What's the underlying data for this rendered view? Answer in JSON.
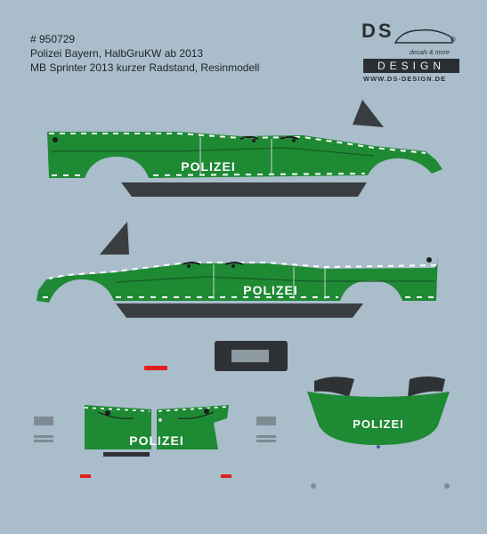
{
  "header": {
    "article_number": "# 950729",
    "line_1": "Polizei Bayern, HalbGruKW ab 2013",
    "line_2": "MB Sprinter 2013 kurzer Radstand, Resinmodell"
  },
  "logo": {
    "mark": "DS",
    "registered": "®",
    "tagline": "decals & more",
    "wordmark": "DESIGN",
    "url": "WWW.DS-DESIGN.DE"
  },
  "decals": {
    "side_left_label": "POLIZEI",
    "side_right_label": "POLIZEI",
    "rear_label": "POLIZEI",
    "hood_label": "POLIZEI"
  },
  "colors": {
    "background": "#a9bdcb",
    "police_green": "#1e8a34",
    "dark_grey": "#3a3d40",
    "white": "#ffffff",
    "red": "#e0201e"
  }
}
